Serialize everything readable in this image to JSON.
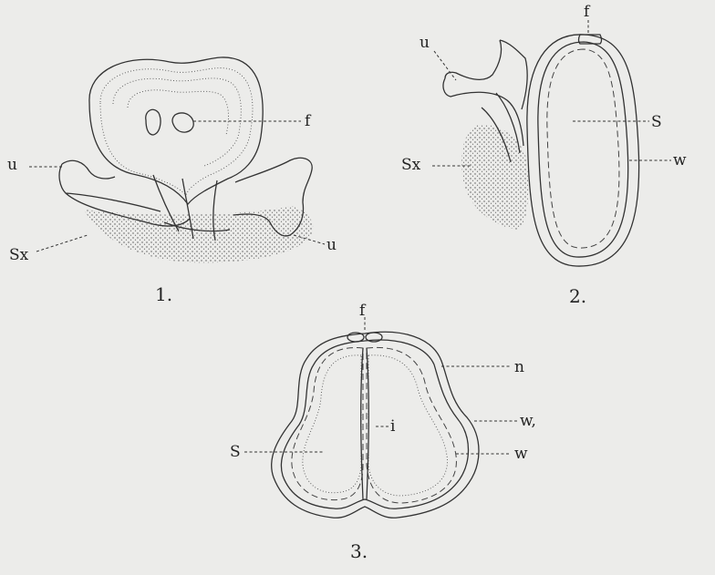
{
  "figures": [
    {
      "number": "1.",
      "labels": {
        "f": "f",
        "u_left": "u",
        "u_right": "u",
        "sx": "Sx"
      }
    },
    {
      "number": "2.",
      "labels": {
        "f": "f",
        "u": "u",
        "s": "S",
        "sx": "Sx",
        "w": "w"
      }
    },
    {
      "number": "3.",
      "labels": {
        "f": "f",
        "n": "n",
        "i": "i",
        "w1": "w,",
        "s": "S",
        "w": "w"
      }
    }
  ],
  "colors": {
    "paper": "#ececea",
    "ink": "#333333"
  }
}
